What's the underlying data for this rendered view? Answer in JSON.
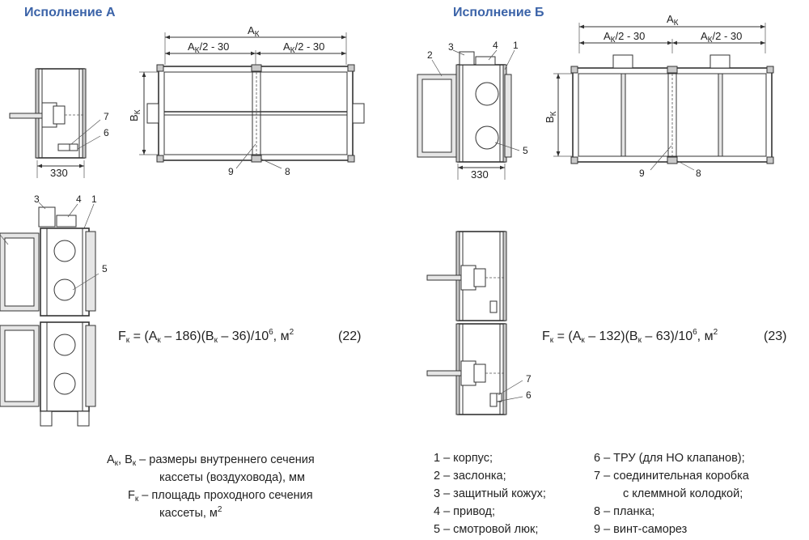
{
  "headings": {
    "variant_a": "Исполнение А",
    "variant_b": "Исполнение Б"
  },
  "dimensions": {
    "a_total_main": "A",
    "a_total_sub": "К",
    "a_half_main": "A",
    "a_half_sub": "К",
    "a_half_rest": "/2 - 30",
    "b_main": "B",
    "b_sub": "К",
    "depth_330": "330"
  },
  "callouts": [
    "1",
    "2",
    "3",
    "4",
    "5",
    "6",
    "7",
    "8",
    "9"
  ],
  "formulas": {
    "a": {
      "f": "F",
      "k": "к",
      "part1": " = (A",
      "part2": " – 186)(B",
      "part3": " – 36)/10",
      "exp": "6",
      "part4": ", м",
      "unit_exp": "2",
      "number": "(22)"
    },
    "b": {
      "f": "F",
      "k": "к",
      "part1": " = (A",
      "part2": " – 132)(B",
      "part3": " – 63)/10",
      "exp": "6",
      "part4": ", м",
      "unit_exp": "2",
      "number": "(23)"
    }
  },
  "definitions": {
    "line1_a": "A",
    "line1_k": "к",
    "line1_b": ", B",
    "line1_k2": "к",
    "line1_rest": " – размеры внутреннего сечения",
    "line2": "кассеты (воздуховода), мм",
    "line3_f": "F",
    "line3_k": "к",
    "line3_rest": " – площадь проходного сечения",
    "line4": "кассеты, м",
    "line4_exp": "2"
  },
  "legend_left": [
    "1 – корпус;",
    "2 – заслонка;",
    "3 – защитный кожух;",
    "4 – привод;",
    "5 – смотровой люк;"
  ],
  "legend_right": [
    "6 – ТРУ (для НО клапанов);",
    "7 – соединительная коробка",
    "с клеммной колодкой;",
    "8 – планка;",
    "9 – винт-саморез"
  ]
}
